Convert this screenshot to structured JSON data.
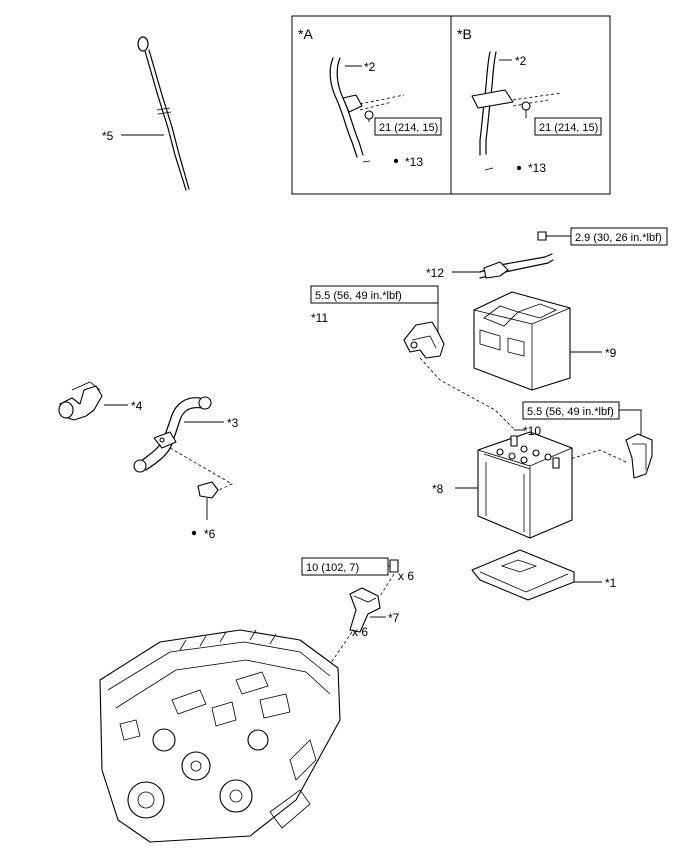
{
  "insets": [
    {
      "label": "*A",
      "callout": "*2",
      "torque": "21 (214, 15)",
      "oring": "*13"
    },
    {
      "label": "*B",
      "callout": "*2",
      "torque": "21 (214, 15)",
      "oring": "*13"
    }
  ],
  "callouts": {
    "dipstick": "*5",
    "oil_cooler_hose": "*4",
    "water_bypass_pipe": "*3",
    "clamp": "*6",
    "terminal_clamp": "*12",
    "positive_cable": "*11",
    "battery_cover": "*9",
    "battery_hold_down": "*10",
    "battery": "*8",
    "battery_tray": "*1",
    "ignition_coil": "*7"
  },
  "torque_specs": {
    "hold_down_nut": "2.9 (30, 26 in.*lbf)",
    "positive_terminal": "5.5 (56, 49 in.*lbf)",
    "negative_terminal": "5.5 (56, 49 in.*lbf)",
    "coil_bolt": "10 (102, 7)"
  },
  "quantities": {
    "coil_bolt": "x 6",
    "coil": "x 6"
  }
}
